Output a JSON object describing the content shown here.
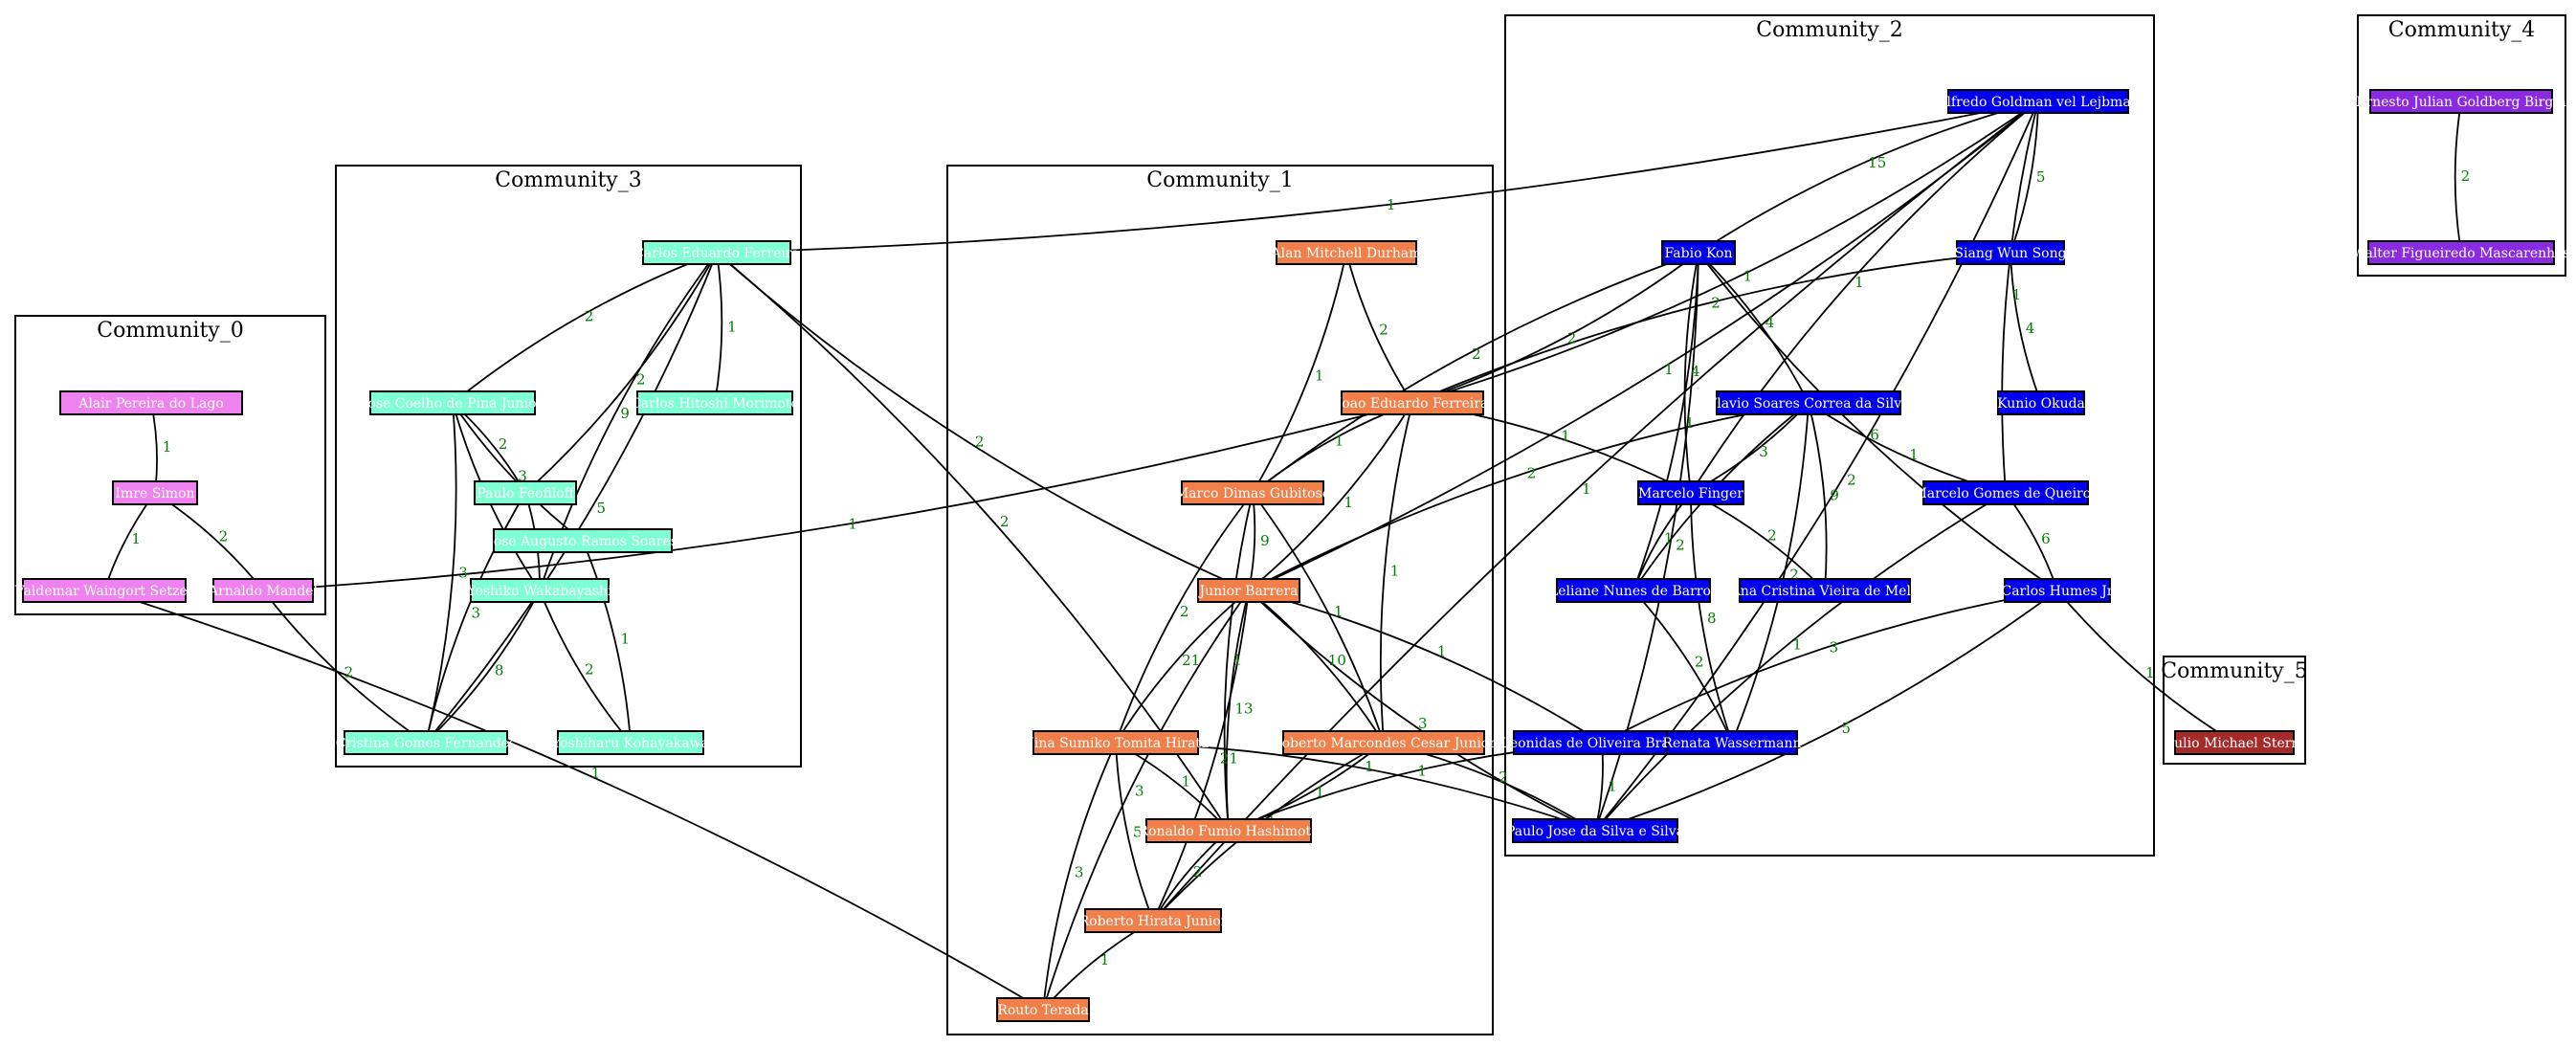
{
  "chart_data": {
    "type": "network",
    "clusters": [
      {
        "id": "c0",
        "title": "Community_0"
      },
      {
        "id": "c1",
        "title": "Community_1"
      },
      {
        "id": "c2",
        "title": "Community_2"
      },
      {
        "id": "c3",
        "title": "Community_3"
      },
      {
        "id": "c4",
        "title": "Community_4"
      },
      {
        "id": "c5",
        "title": "Community_5"
      }
    ],
    "nodes": [
      {
        "id": "alair",
        "label": "Alair Pereira do Lago",
        "cluster": "c0"
      },
      {
        "id": "imre",
        "label": "Imre Simon",
        "cluster": "c0"
      },
      {
        "id": "valdemar",
        "label": "Valdemar Waingort Setzer",
        "cluster": "c0"
      },
      {
        "id": "arnaldo",
        "label": "Arnaldo Mandel",
        "cluster": "c0"
      },
      {
        "id": "carlos_ferreira",
        "label": "Carlos Eduardo Ferreira",
        "cluster": "c3"
      },
      {
        "id": "jose_pina",
        "label": "Jose Coelho de Pina Junior",
        "cluster": "c3"
      },
      {
        "id": "carlos_morimoto",
        "label": "Carlos Hitoshi Morimoto",
        "cluster": "c3"
      },
      {
        "id": "paulo_feofiloff",
        "label": "Paulo Feofiloff",
        "cluster": "c3"
      },
      {
        "id": "jose_soares",
        "label": "Jose Augusto Ramos Soares",
        "cluster": "c3"
      },
      {
        "id": "yoshiko",
        "label": "Yoshiko Wakabayashi",
        "cluster": "c3"
      },
      {
        "id": "cristina",
        "label": "Cristina Gomes Fernandes",
        "cluster": "c3"
      },
      {
        "id": "yoshiharu",
        "label": "Yoshiharu Kohayakawa",
        "cluster": "c3"
      },
      {
        "id": "alan",
        "label": "Alan Mitchell Durham",
        "cluster": "c1"
      },
      {
        "id": "joao",
        "label": "Joao Eduardo Ferreira",
        "cluster": "c1"
      },
      {
        "id": "marco",
        "label": "Marco Dimas Gubitoso",
        "cluster": "c1"
      },
      {
        "id": "junior",
        "label": "Junior Barrera",
        "cluster": "c1"
      },
      {
        "id": "nina",
        "label": "Nina Sumiko Tomita Hirata",
        "cluster": "c1"
      },
      {
        "id": "roberto_cesar",
        "label": "Roberto Marcondes Cesar Junior",
        "cluster": "c1"
      },
      {
        "id": "ronaldo",
        "label": "Ronaldo Fumio Hashimoto",
        "cluster": "c1"
      },
      {
        "id": "roberto_hirata",
        "label": "Roberto Hirata Junior",
        "cluster": "c1"
      },
      {
        "id": "routo",
        "label": "Routo Terada",
        "cluster": "c1"
      },
      {
        "id": "alfredo",
        "label": "Alfredo Goldman vel Lejbman",
        "cluster": "c2"
      },
      {
        "id": "fabio",
        "label": "Fabio Kon",
        "cluster": "c2"
      },
      {
        "id": "siang",
        "label": "Siang Wun Song",
        "cluster": "c2"
      },
      {
        "id": "flavio",
        "label": "Flavio Soares Correa da Silva",
        "cluster": "c2"
      },
      {
        "id": "kunio",
        "label": "Kunio Okuda",
        "cluster": "c2"
      },
      {
        "id": "marcelo_finger",
        "label": "Marcelo Finger",
        "cluster": "c2"
      },
      {
        "id": "marcelo_queiroz",
        "label": "Marcelo Gomes de Queiroz",
        "cluster": "c2"
      },
      {
        "id": "leliane",
        "label": "Leliane Nunes de Barros",
        "cluster": "c2"
      },
      {
        "id": "ana",
        "label": "Ana Cristina Vieira de Melo",
        "cluster": "c2"
      },
      {
        "id": "carlos_humes",
        "label": "Carlos Humes Jr",
        "cluster": "c2"
      },
      {
        "id": "leonidas",
        "label": "Leonidas de Oliveira Brandao",
        "cluster": "c2"
      },
      {
        "id": "renata",
        "label": "Renata Wassermann",
        "cluster": "c2"
      },
      {
        "id": "paulo_silva",
        "label": "Paulo Jose da Silva e Silva",
        "cluster": "c2"
      },
      {
        "id": "ernesto",
        "label": "Ernesto Julian Goldberg Birgin",
        "cluster": "c4"
      },
      {
        "id": "walter",
        "label": "Walter Figueiredo Mascarenhas",
        "cluster": "c4"
      },
      {
        "id": "julio",
        "label": "Julio Michael Stern",
        "cluster": "c5"
      }
    ],
    "edges": [
      {
        "from": "alair",
        "to": "imre",
        "weight": 1
      },
      {
        "from": "imre",
        "to": "valdemar",
        "weight": 1
      },
      {
        "from": "imre",
        "to": "arnaldo",
        "weight": 2
      },
      {
        "from": "arnaldo",
        "to": "cristina",
        "weight": 2
      },
      {
        "from": "valdemar",
        "to": "routo",
        "weight": 1
      },
      {
        "from": "arnaldo",
        "to": "joao",
        "weight": 1
      },
      {
        "from": "carlos_ferreira",
        "to": "carlos_morimoto",
        "weight": 1
      },
      {
        "from": "carlos_ferreira",
        "to": "jose_pina",
        "weight": 2
      },
      {
        "from": "carlos_ferreira",
        "to": "paulo_feofiloff",
        "weight": 2
      },
      {
        "from": "carlos_ferreira",
        "to": "yoshiko",
        "weight": 9
      },
      {
        "from": "carlos_ferreira",
        "to": "cristina",
        "weight": 5
      },
      {
        "from": "carlos_ferreira",
        "to": "junior",
        "weight": 2
      },
      {
        "from": "carlos_ferreira",
        "to": "ronaldo",
        "weight": 2
      },
      {
        "from": "carlos_ferreira",
        "to": "alfredo",
        "weight": 1
      },
      {
        "from": "jose_pina",
        "to": "paulo_feofiloff",
        "weight": 2
      },
      {
        "from": "jose_pina",
        "to": "yoshiko",
        "weight": 1
      },
      {
        "from": "jose_pina",
        "to": "cristina",
        "weight": 3
      },
      {
        "from": "jose_pina",
        "to": "jose_soares",
        "weight": 3
      },
      {
        "from": "paulo_feofiloff",
        "to": "yoshiko",
        "weight": 2
      },
      {
        "from": "paulo_feofiloff",
        "to": "cristina",
        "weight": 3
      },
      {
        "from": "yoshiko",
        "to": "cristina",
        "weight": 8
      },
      {
        "from": "yoshiko",
        "to": "yoshiharu",
        "weight": 2
      },
      {
        "from": "jose_soares",
        "to": "yoshiharu",
        "weight": 1
      },
      {
        "from": "alan",
        "to": "joao",
        "weight": 2
      },
      {
        "from": "alan",
        "to": "marco",
        "weight": 1
      },
      {
        "from": "joao",
        "to": "marco",
        "weight": 1
      },
      {
        "from": "joao",
        "to": "junior",
        "weight": 1
      },
      {
        "from": "joao",
        "to": "roberto_cesar",
        "weight": 1
      },
      {
        "from": "joao",
        "to": "marcelo_finger",
        "weight": 1
      },
      {
        "from": "joao",
        "to": "fabio",
        "weight": 2
      },
      {
        "from": "joao",
        "to": "siang",
        "weight": 2
      },
      {
        "from": "joao",
        "to": "alfredo",
        "weight": 1
      },
      {
        "from": "marco",
        "to": "junior",
        "weight": 9
      },
      {
        "from": "marco",
        "to": "nina",
        "weight": 2
      },
      {
        "from": "marco",
        "to": "roberto_cesar",
        "weight": 1
      },
      {
        "from": "marco",
        "to": "ronaldo",
        "weight": 1
      },
      {
        "from": "marco",
        "to": "fabio",
        "weight": 2
      },
      {
        "from": "junior",
        "to": "nina",
        "weight": 21
      },
      {
        "from": "junior",
        "to": "roberto_cesar",
        "weight": 10
      },
      {
        "from": "junior",
        "to": "ronaldo",
        "weight": 13
      },
      {
        "from": "junior",
        "to": "roberto_hirata",
        "weight": 21
      },
      {
        "from": "junior",
        "to": "routo",
        "weight": 3
      },
      {
        "from": "junior",
        "to": "leonidas",
        "weight": 1
      },
      {
        "from": "junior",
        "to": "paulo_silva",
        "weight": 3
      },
      {
        "from": "junior",
        "to": "flavio",
        "weight": 2
      },
      {
        "from": "junior",
        "to": "alfredo",
        "weight": 1
      },
      {
        "from": "nina",
        "to": "ronaldo",
        "weight": 1
      },
      {
        "from": "nina",
        "to": "roberto_hirata",
        "weight": 5
      },
      {
        "from": "nina",
        "to": "paulo_silva",
        "weight": 1
      },
      {
        "from": "nina",
        "to": "routo",
        "weight": 3
      },
      {
        "from": "roberto_cesar",
        "to": "ronaldo",
        "weight": 1
      },
      {
        "from": "roberto_cesar",
        "to": "roberto_hirata",
        "weight": 1
      },
      {
        "from": "roberto_cesar",
        "to": "paulo_silva",
        "weight": 2
      },
      {
        "from": "ronaldo",
        "to": "roberto_hirata",
        "weight": 2
      },
      {
        "from": "ronaldo",
        "to": "leonidas",
        "weight": 1
      },
      {
        "from": "roberto_hirata",
        "to": "routo",
        "weight": 1
      },
      {
        "from": "roberto_hirata",
        "to": "alfredo",
        "weight": 1
      },
      {
        "from": "alfredo",
        "to": "fabio",
        "weight": 15
      },
      {
        "from": "alfredo",
        "to": "siang",
        "weight": 5
      },
      {
        "from": "alfredo",
        "to": "marcelo_finger",
        "weight": 1
      },
      {
        "from": "alfredo",
        "to": "paulo_silva",
        "weight": 2
      },
      {
        "from": "alfredo",
        "to": "marcelo_queiroz",
        "weight": 1
      },
      {
        "from": "fabio",
        "to": "flavio",
        "weight": 4
      },
      {
        "from": "fabio",
        "to": "marcelo_finger",
        "weight": 4
      },
      {
        "from": "fabio",
        "to": "leliane",
        "weight": 1
      },
      {
        "from": "fabio",
        "to": "carlos_humes",
        "weight": 6
      },
      {
        "from": "fabio",
        "to": "paulo_silva",
        "weight": 2
      },
      {
        "from": "siang",
        "to": "kunio",
        "weight": 4
      },
      {
        "from": "flavio",
        "to": "marcelo_finger",
        "weight": 3
      },
      {
        "from": "flavio",
        "to": "marcelo_queiroz",
        "weight": 1
      },
      {
        "from": "flavio",
        "to": "ana",
        "weight": 9
      },
      {
        "from": "flavio",
        "to": "leliane",
        "weight": 2
      },
      {
        "from": "flavio",
        "to": "renata",
        "weight": 2
      },
      {
        "from": "marcelo_finger",
        "to": "leliane",
        "weight": 1
      },
      {
        "from": "marcelo_finger",
        "to": "ana",
        "weight": 2
      },
      {
        "from": "marcelo_finger",
        "to": "renata",
        "weight": 8
      },
      {
        "from": "marcelo_queiroz",
        "to": "carlos_humes",
        "weight": 6
      },
      {
        "from": "marcelo_queiroz",
        "to": "paulo_silva",
        "weight": 1
      },
      {
        "from": "leliane",
        "to": "renata",
        "weight": 2
      },
      {
        "from": "carlos_humes",
        "to": "leonidas",
        "weight": 3
      },
      {
        "from": "carlos_humes",
        "to": "paulo_silva",
        "weight": 5
      },
      {
        "from": "carlos_humes",
        "to": "julio",
        "weight": 1
      },
      {
        "from": "leonidas",
        "to": "paulo_silva",
        "weight": 1
      },
      {
        "from": "ernesto",
        "to": "walter",
        "weight": 2
      }
    ]
  },
  "colors": {
    "Community_0": "#ee82ee",
    "Community_1": "#f07f4a",
    "Community_2": "#0000ee",
    "Community_3": "#7fffd4",
    "Community_4": "#8a2be2",
    "Community_5": "#a52a2a",
    "edge": "#000000",
    "edge_label": "#008000"
  }
}
